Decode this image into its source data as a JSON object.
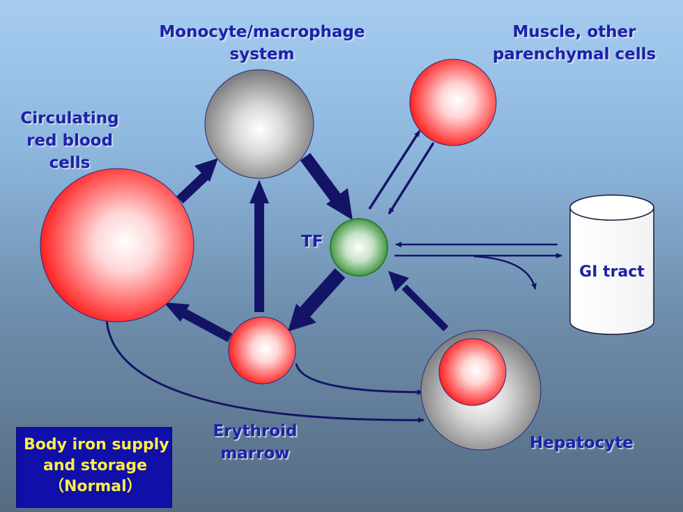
{
  "labels": {
    "monocyte_line1": "Monocyte/macrophage",
    "monocyte_line2": "system",
    "muscle_line1": "Muscle, other",
    "muscle_line2": "parenchymal cells",
    "circulating_line1": "Circulating",
    "circulating_line2": "red blood",
    "circulating_line3": "cells",
    "tf": "TF",
    "gi_tract": "GI tract",
    "erythroid_line1": "Erythroid",
    "erythroid_line2": "marrow",
    "hepatocyte": "Hepatocyte"
  },
  "legend": {
    "line1": "Body iron supply",
    "line2": "and storage",
    "line3": "（Normal）"
  },
  "colors": {
    "text": "#1c22a8",
    "arrow": "#141466",
    "legend_bg": "#1010a8",
    "legend_text": "#ffee44",
    "red_cell": "#ff2a2a",
    "gray_cell": "#8c8c8c",
    "tf_green": "#2e8b2e"
  }
}
